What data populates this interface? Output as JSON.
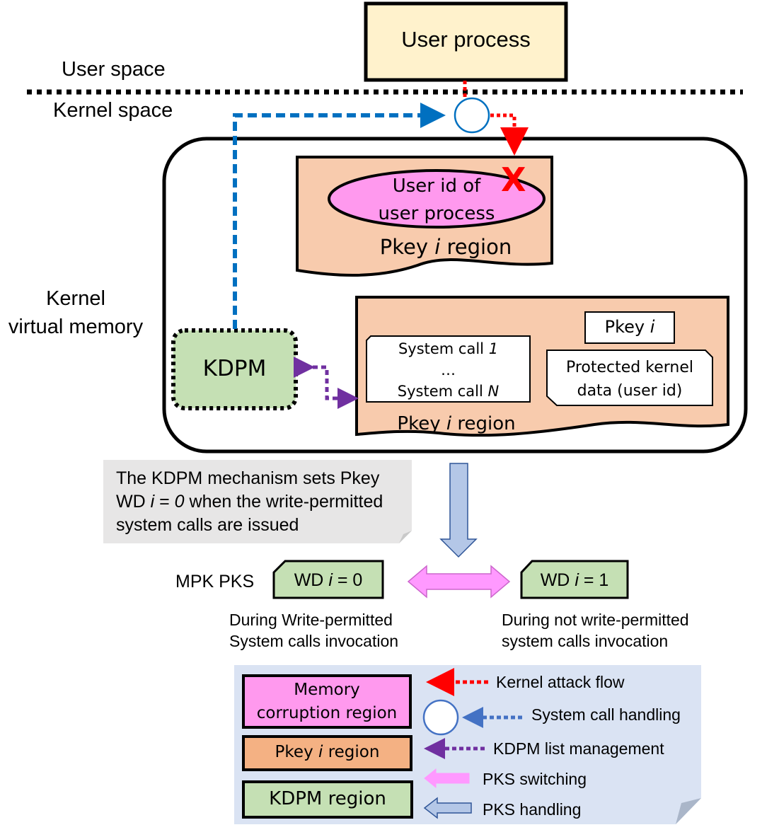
{
  "zones": {
    "user_space": "User space",
    "kernel_space": "Kernel space",
    "kernel_virtual_memory_line1": "Kernel",
    "kernel_virtual_memory_line2": "virtual memory"
  },
  "user_process": {
    "label": "User process"
  },
  "upper_region": {
    "target_line1": "User id of",
    "target_line2": "user process",
    "attack_mark": "X",
    "region_label_pre": "Pkey ",
    "region_label_var": "i",
    "region_label_post": " region"
  },
  "lower_region": {
    "syscall_first_pre": "System call ",
    "syscall_first_var": "1",
    "syscall_ellipsis": "…",
    "syscall_last_pre": "System call ",
    "syscall_last_var": "N",
    "pkey_tag_pre": "Pkey ",
    "pkey_tag_var": "i",
    "protected_line1": "Protected kernel",
    "protected_line2": "data (user id)",
    "region_label_pre": "Pkey ",
    "region_label_var": "i",
    "region_label_post": " region"
  },
  "kdpm": {
    "label": "KDPM"
  },
  "note": {
    "line1": "The KDPM mechanism sets Pkey",
    "line2_pre": "WD ",
    "line2_var": "i",
    "line2_mid": " = ",
    "line2_val": "0",
    "line2_post": " when the write-permitted",
    "line3": "system calls are issued"
  },
  "pks": {
    "mpk_label": "MPK PKS",
    "wd0_pre": "WD ",
    "wd0_var": "i",
    "wd0_post": " = 0",
    "wd1_pre": "WD ",
    "wd1_var": "i",
    "wd1_post": " = 1",
    "caption_left_line1": "During Write-permitted",
    "caption_left_line2": "System calls invocation",
    "caption_right_line1": "During not write-permitted",
    "caption_right_line2": "system calls invocation"
  },
  "legend": {
    "memory_line1": "Memory",
    "memory_line2": "corruption region",
    "pkey_pre": "Pkey ",
    "pkey_var": "i",
    "pkey_post": " region",
    "kdpm_region": "KDPM region",
    "kernel_attack_flow": "Kernel attack flow",
    "system_call_handling": "System call handling",
    "kdpm_list_management": "KDPM list management",
    "pks_switching": "PKS switching",
    "pks_handling": "PKS handling"
  },
  "colors": {
    "user_process_fill": "#fff2cc",
    "pkey_region_fill": "#f8cbad",
    "memory_corruption_fill": "#ff99ee",
    "kdpm_fill": "#c5e0b4",
    "attack_red": "#ff0000",
    "syscall_blue": "#0070c0",
    "kdpm_purple": "#7030a0",
    "pks_pink": "#ff99ff",
    "pks_handling_blue": "#b4c7e7",
    "legend_bg": "#dae3f3",
    "note_bg": "#e7e6e6"
  }
}
